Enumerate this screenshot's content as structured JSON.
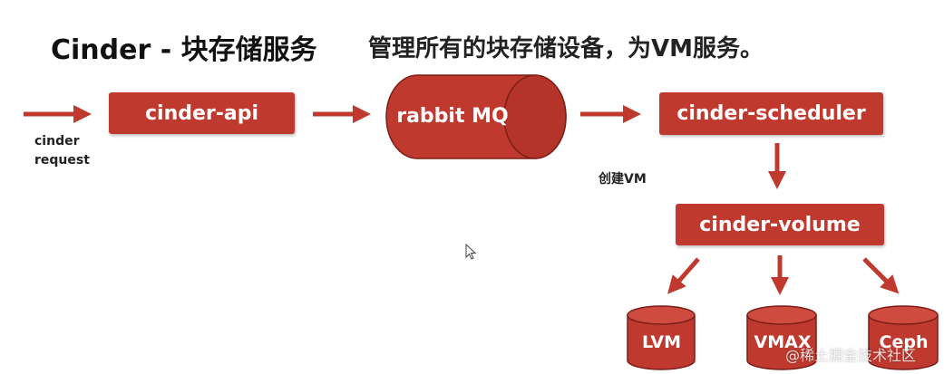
{
  "title": "Cinder - 块存储服务",
  "subtitle": "管理所有的块存储设备，为VM服务。",
  "nodes": {
    "api": "cinder-api",
    "mq": "rabbit MQ",
    "scheduler": "cinder-scheduler",
    "volume": "cinder-volume"
  },
  "labels": {
    "request": "cinder request",
    "create_vm": "创建VM"
  },
  "backends": [
    "LVM",
    "VMAX",
    "Ceph"
  ],
  "watermark": "@稀土掘金技术社区",
  "colors": {
    "box": "#c0392f",
    "arrow": "#c0392f"
  }
}
